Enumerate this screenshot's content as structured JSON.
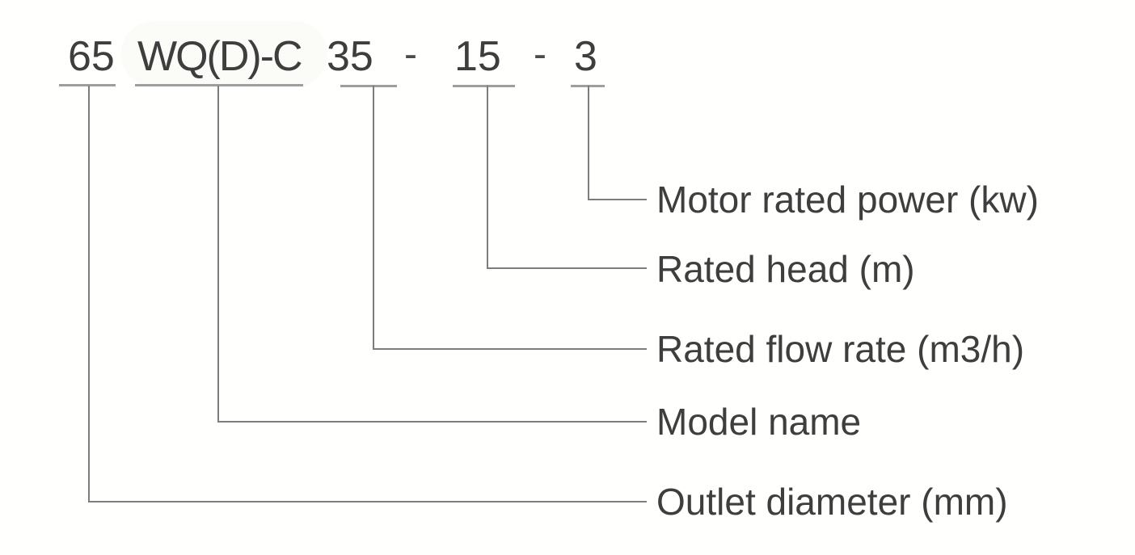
{
  "diagram": {
    "model_code_full": "65 WQ(D)-C 35 - 15 - 3",
    "parts": [
      {
        "token": "65",
        "label": "Outlet diameter (mm)"
      },
      {
        "token": "WQ(D)-C",
        "label": "Model name"
      },
      {
        "token": "35",
        "label": "Rated flow rate (m3/h)"
      },
      {
        "token": "15",
        "label": "Rated head (m)"
      },
      {
        "token": "3",
        "label": "Motor rated power (kw)"
      }
    ],
    "separators": [
      "-",
      "-"
    ],
    "colors": {
      "text": "#3e3e3e",
      "underline": "#9e9e9e",
      "connector": "#7d7d7d",
      "background": "#fffffe"
    }
  }
}
